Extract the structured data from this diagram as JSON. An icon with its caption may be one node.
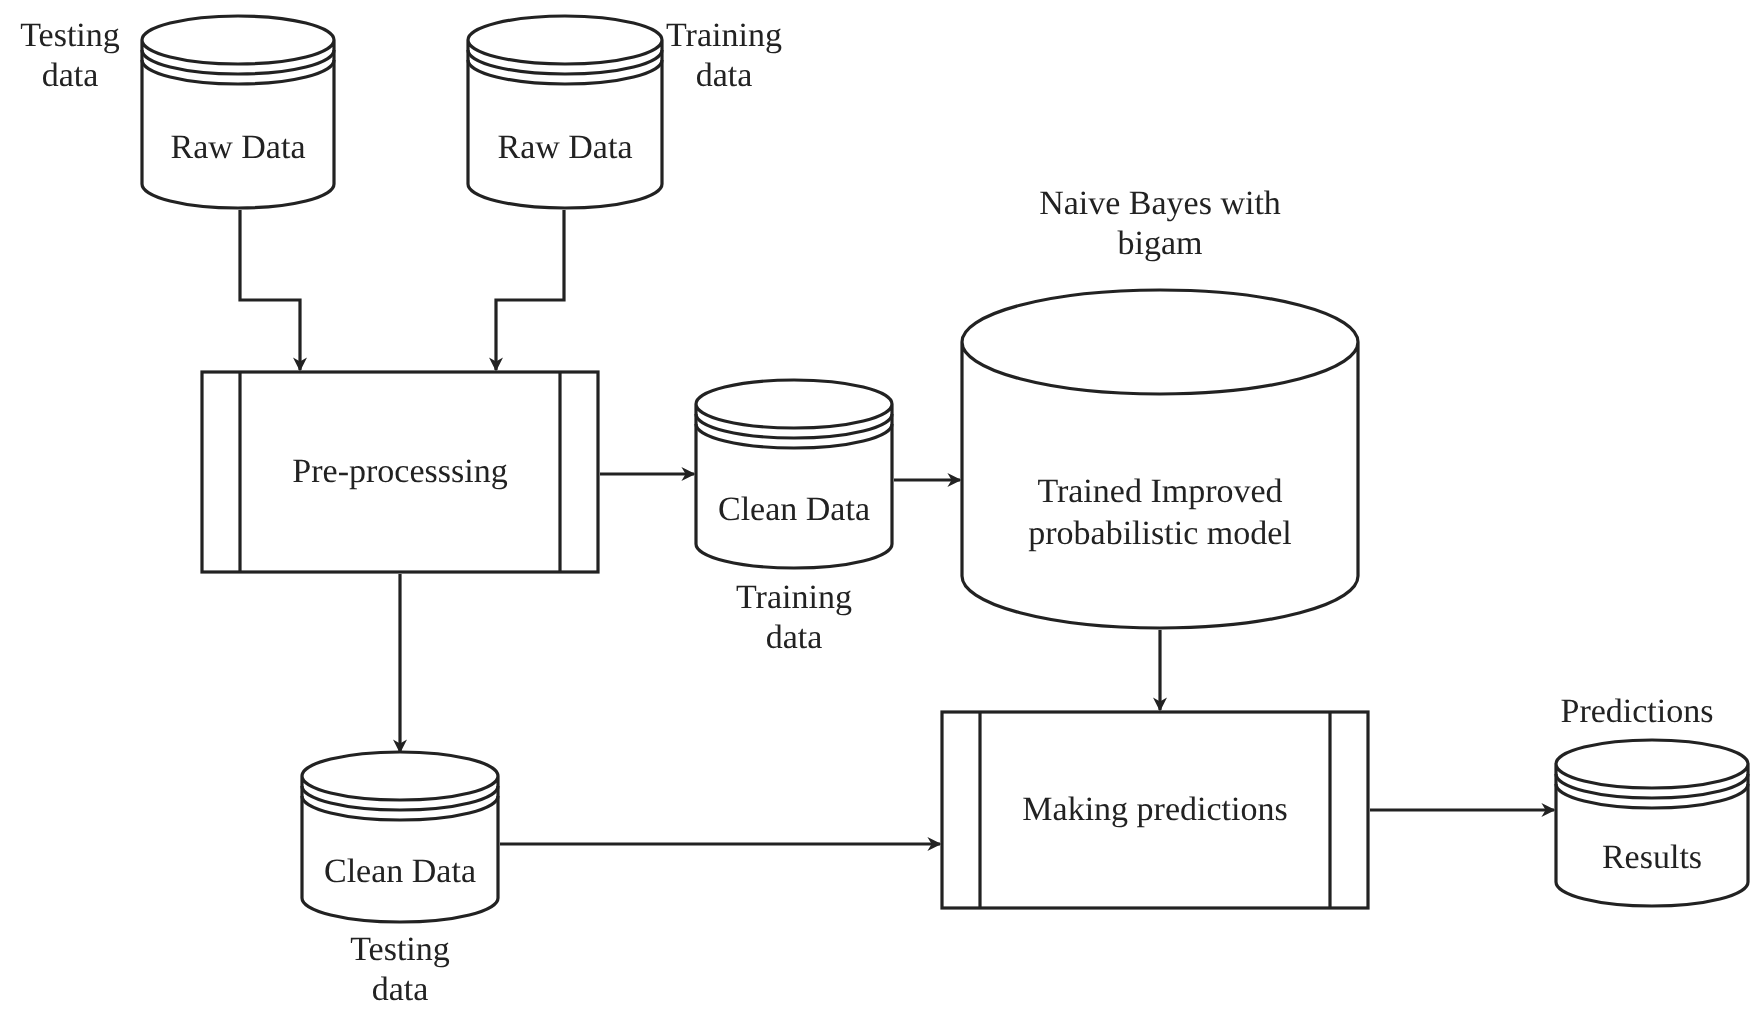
{
  "diagram": {
    "nodes": [
      {
        "text": [
          "Raw Data"
        ],
        "beside": [
          "Testing data"
        ]
      },
      {
        "text": [
          "Raw Data"
        ],
        "beside": [
          "Training data"
        ]
      },
      {
        "text": [
          "Pre-processsing"
        ]
      },
      {
        "text": [
          "Clean Data"
        ],
        "beside": [
          "Training data"
        ]
      },
      {
        "text": [
          "Trained Improved probabilistic model"
        ],
        "beside": [
          "Naive Bayes with bigam"
        ]
      },
      {
        "text": [
          "Clean Data"
        ],
        "beside": [
          "Testing data"
        ]
      },
      {
        "text": [
          "Making predictions"
        ]
      },
      {
        "text": [
          "Results"
        ],
        "beside": [
          "Predictions"
        ]
      }
    ],
    "edges": [
      {
        "from": 0,
        "to": 2,
        "arrow": "to"
      },
      {
        "from": 1,
        "to": 2,
        "arrow": "to"
      },
      {
        "from": 2,
        "to": 3,
        "arrow": "to"
      },
      {
        "from": 3,
        "to": 4,
        "arrow": "to"
      },
      {
        "from": 4,
        "to": 6,
        "arrow": "to"
      },
      {
        "from": 2,
        "to": 5,
        "arrow": "to"
      },
      {
        "from": 5,
        "to": 6,
        "arrow": "to"
      },
      {
        "from": 6,
        "to": 7,
        "arrow": "to"
      }
    ]
  }
}
